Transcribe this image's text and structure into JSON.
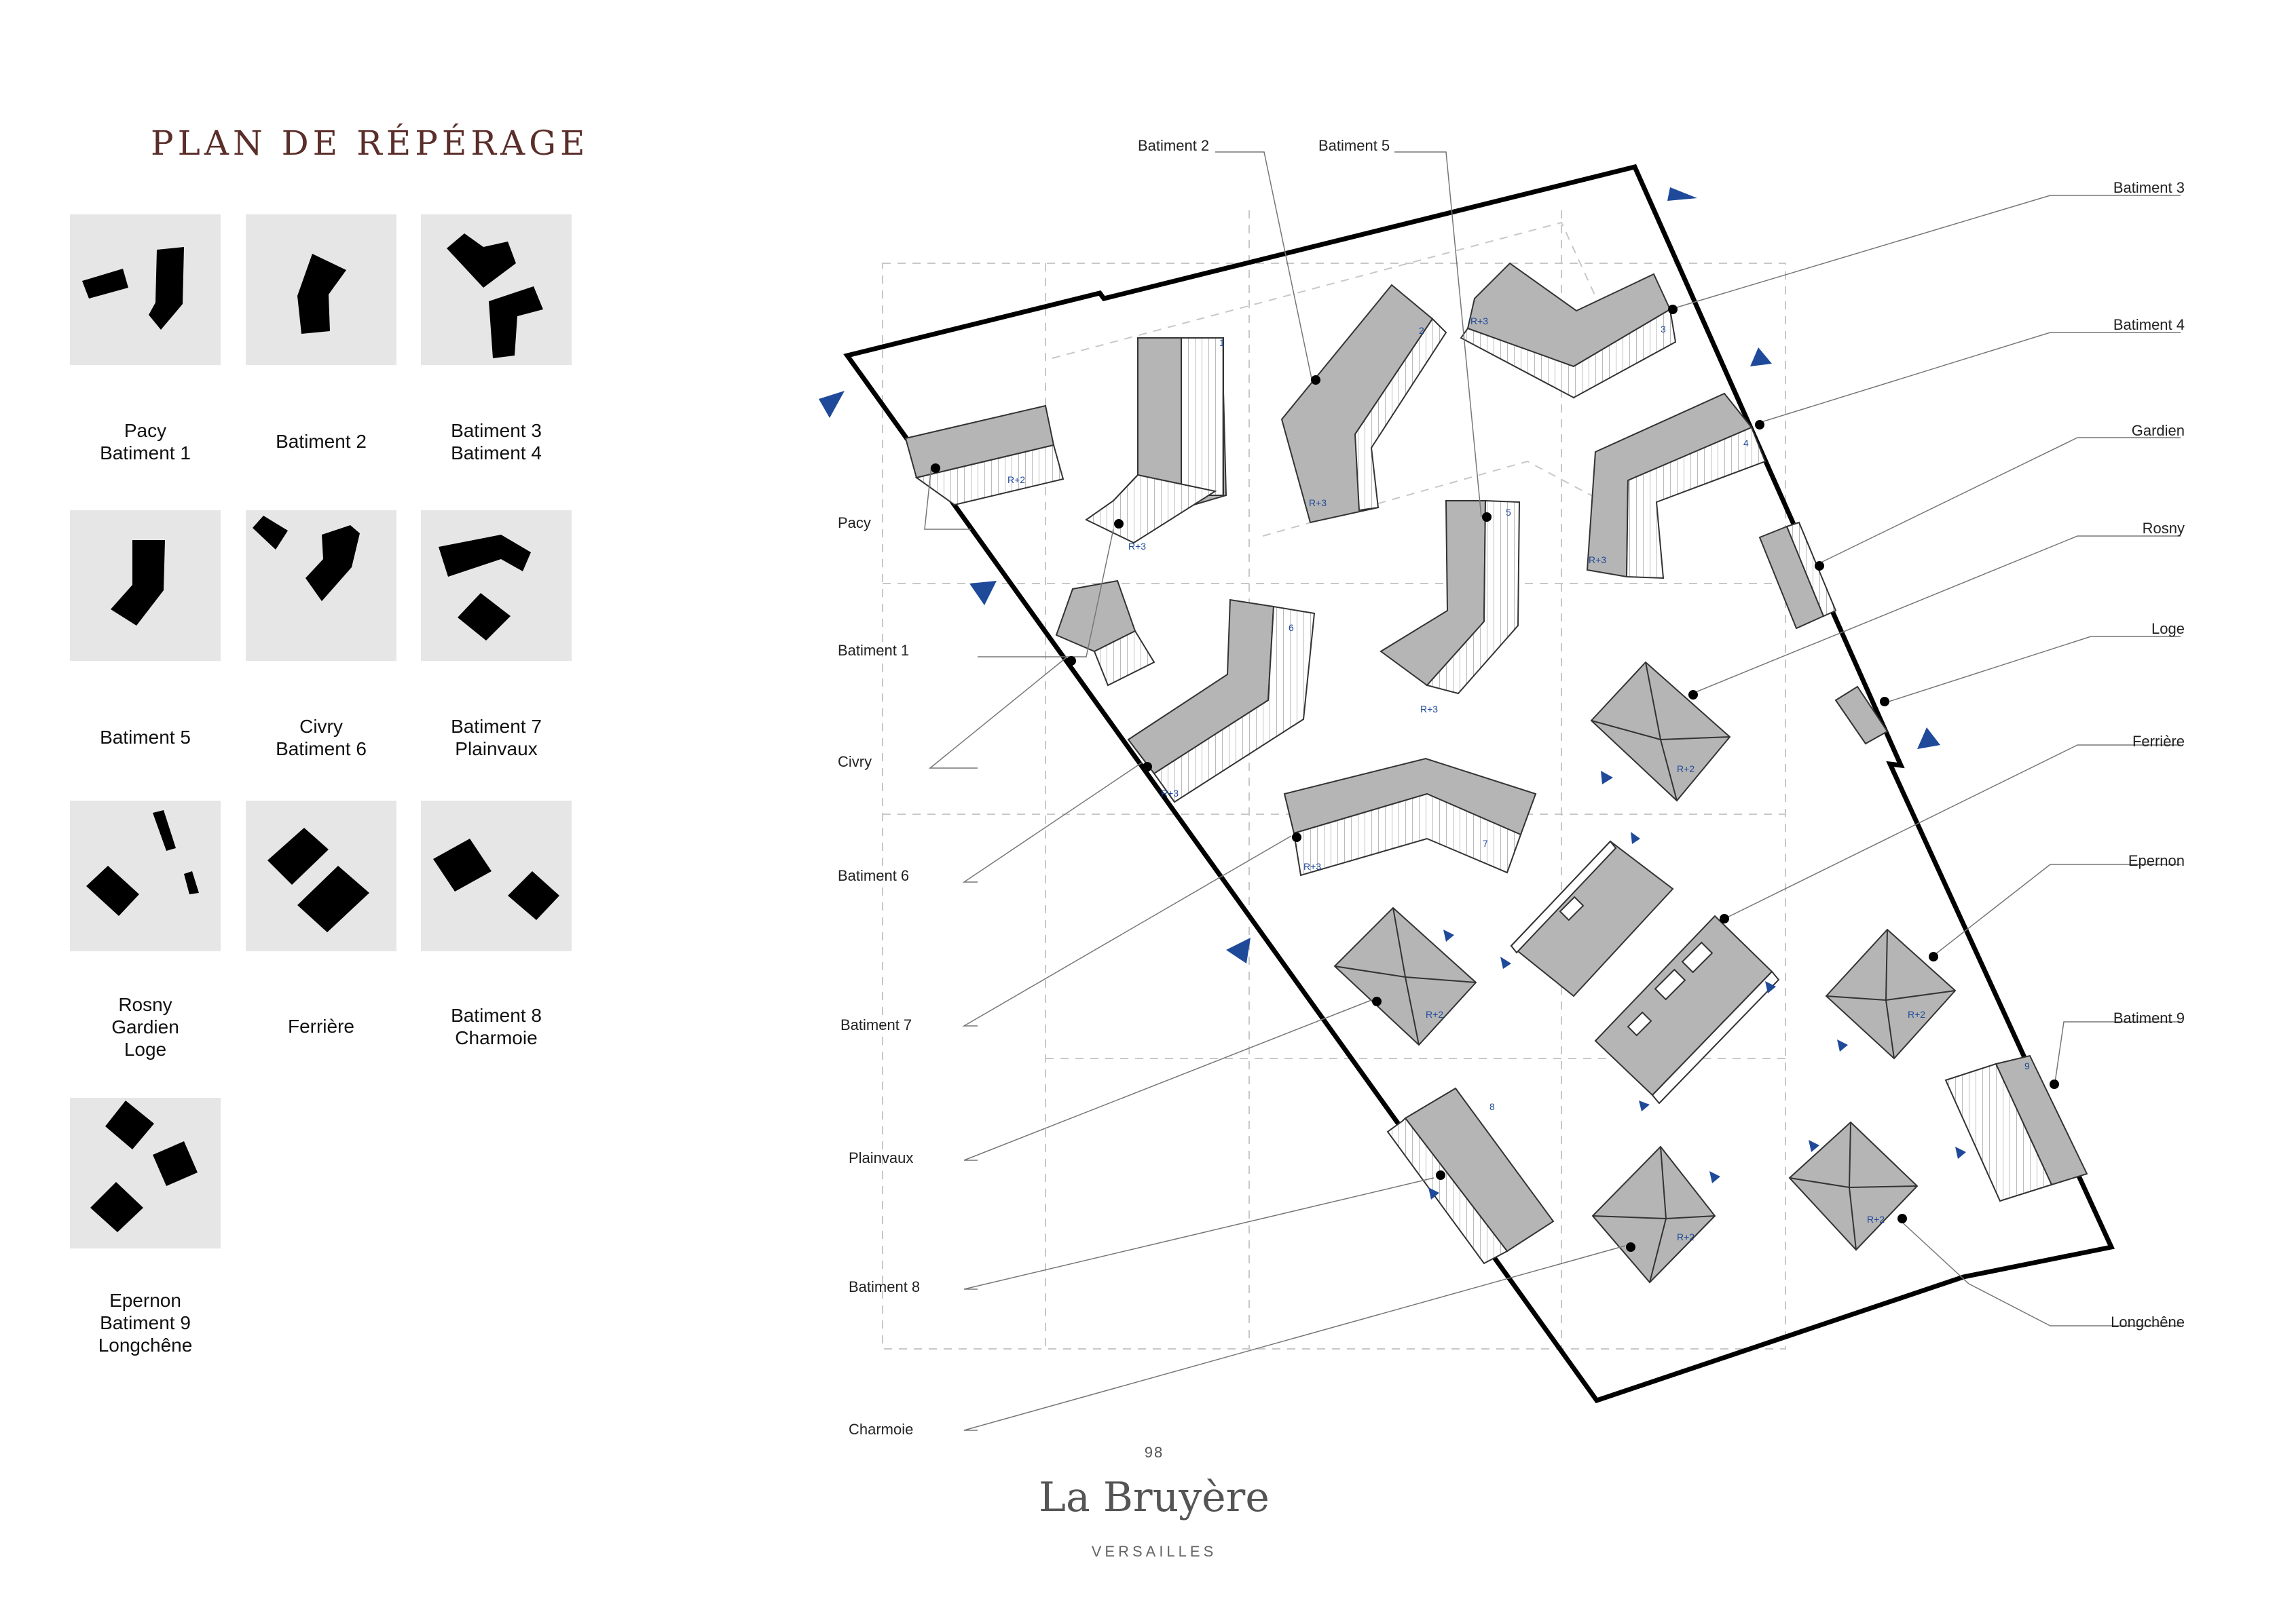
{
  "title": "PLAN DE RÉPÉRAGE",
  "tiles": [
    {
      "lines": [
        "Pacy",
        "Batiment 1"
      ]
    },
    {
      "lines": [
        "Batiment 2"
      ]
    },
    {
      "lines": [
        "Batiment 3",
        "Batiment 4"
      ]
    },
    {
      "lines": [
        "Batiment 5"
      ]
    },
    {
      "lines": [
        "Civry",
        "Batiment 6"
      ]
    },
    {
      "lines": [
        "Batiment 7",
        "Plainvaux"
      ]
    },
    {
      "lines": [
        "Rosny",
        "Gardien",
        "Loge"
      ]
    },
    {
      "lines": [
        "Ferrière"
      ]
    },
    {
      "lines": [
        "Batiment 8",
        "Charmoie"
      ]
    },
    {
      "lines": [
        "Epernon",
        "Batiment 9",
        "Longchêne"
      ]
    }
  ],
  "plan_labels_left": [
    "Pacy",
    "Batiment 1",
    "Civry",
    "Batiment 6",
    "Batiment 7",
    "Plainvaux",
    "Batiment 8",
    "Charmoie"
  ],
  "plan_labels_top": [
    "Batiment 2",
    "Batiment 5"
  ],
  "plan_labels_right": [
    "Batiment 3",
    "Batiment 4",
    "Gardien",
    "Rosny",
    "Loge",
    "Ferrière",
    "Epernon",
    "Batiment 9",
    "Longchêne"
  ],
  "building_tags": {
    "r2": "R+2",
    "r3": "R+3",
    "n1": "1",
    "n2": "2",
    "n3": "3",
    "n4": "4",
    "n5": "5",
    "n6": "6",
    "n7": "7",
    "n8": "8",
    "n9": "9"
  },
  "footer": {
    "page_number": "98",
    "brand": "La Bruyère",
    "location": "VERSAILLES"
  },
  "colors": {
    "title": "#5a2e2a",
    "tile_bg": "#e6e6e6",
    "roof": "#b3b3b3",
    "arrow": "#1f4a9a"
  }
}
